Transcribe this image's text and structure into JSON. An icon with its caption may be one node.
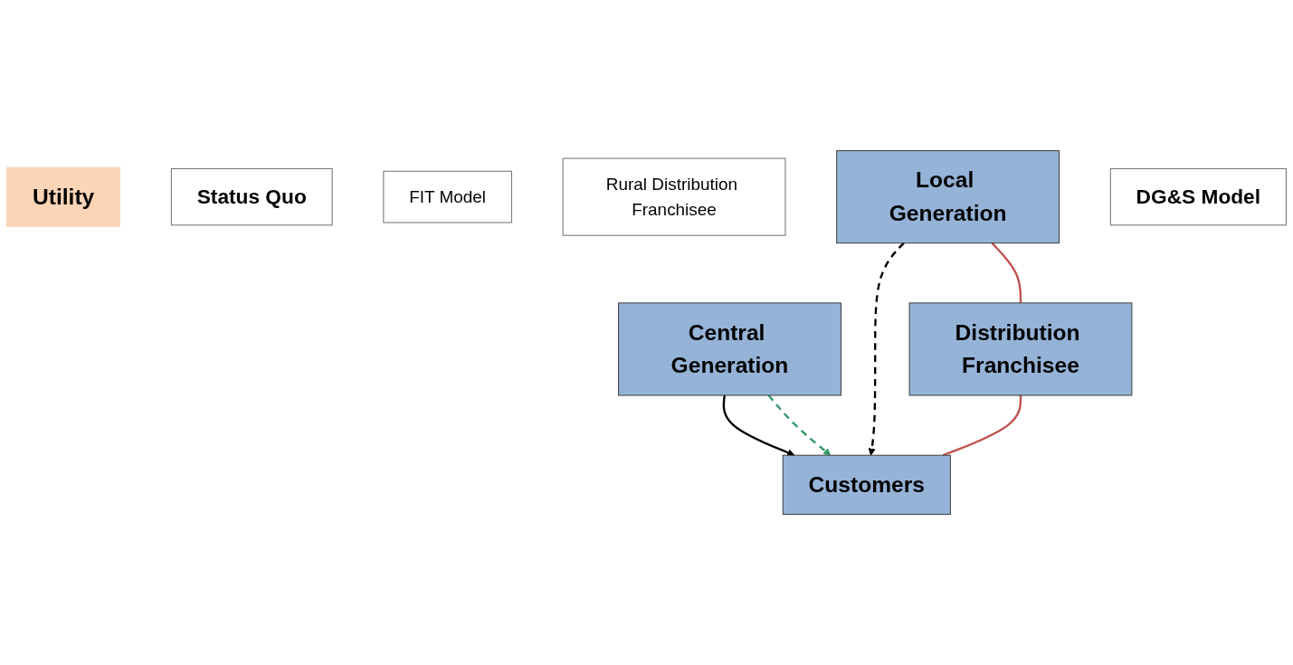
{
  "diagram": {
    "nodes": [
      {
        "text": [
          "Central Generation"
        ]
      },
      {
        "text": [
          "Utility"
        ]
      },
      {
        "text": [
          "Status Quo"
        ]
      },
      {
        "text": [
          "FIT Model"
        ]
      },
      {
        "text": [
          "Customers"
        ]
      },
      {
        "text": [
          "Rural Distribution Franchisee"
        ]
      },
      {
        "text": [
          "Local Generation"
        ]
      },
      {
        "text": [
          "Distribution Franchisee"
        ]
      },
      {
        "text": [
          "DG&S Model"
        ]
      }
    ],
    "edges": [
      {
        "from": 0,
        "to": 4,
        "arrow": "to",
        "color": "#000000"
      },
      {
        "from": 6,
        "to": 4,
        "arrow": "to",
        "style": "dashed",
        "color": "#000000"
      },
      {
        "from": 0,
        "to": 4,
        "arrow": "to",
        "style": "dashed",
        "color": "#339966"
      },
      {
        "from": 6,
        "to": 7,
        "arrow": "none",
        "color": "#c0504d"
      },
      {
        "from": 7,
        "to": 4,
        "arrow": "none",
        "color": "#c0504d"
      }
    ]
  }
}
